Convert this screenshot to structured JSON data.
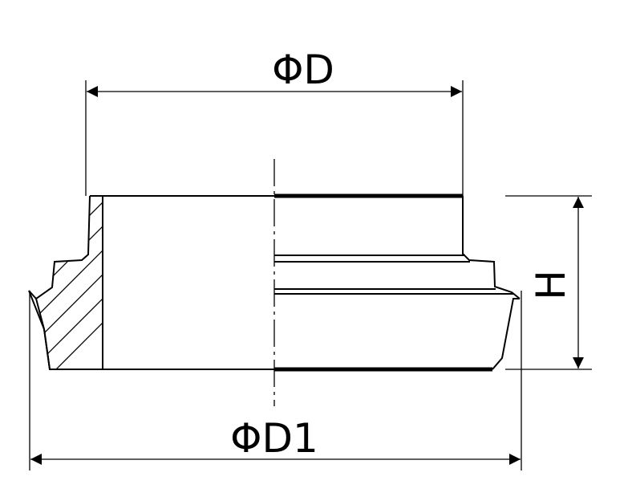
{
  "drawing": {
    "dim_top": "ΦD",
    "dim_bottom": "ΦD1",
    "dim_height": "H"
  }
}
